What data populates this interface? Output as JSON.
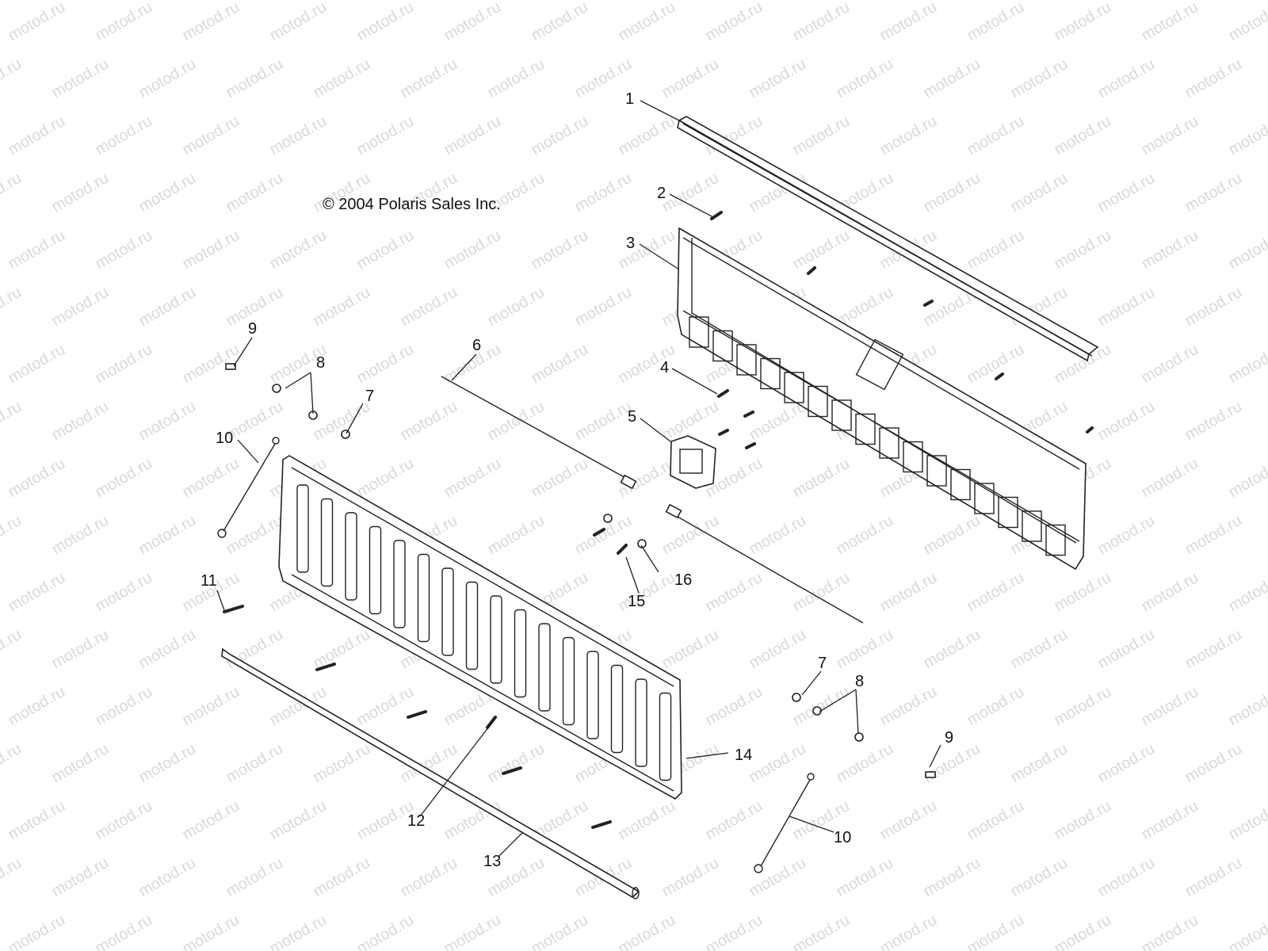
{
  "copyright": "© 2004 Polaris Sales Inc.",
  "watermark": "motod.ru",
  "colors": {
    "line": "#222222",
    "watermark": "#d9d9d9",
    "background": "#ffffff"
  },
  "callouts": [
    "1",
    "2",
    "3",
    "4",
    "5",
    "6",
    "7",
    "8",
    "9",
    "10",
    "11",
    "12",
    "13",
    "14",
    "15",
    "16",
    "7",
    "8",
    "9",
    "10"
  ]
}
